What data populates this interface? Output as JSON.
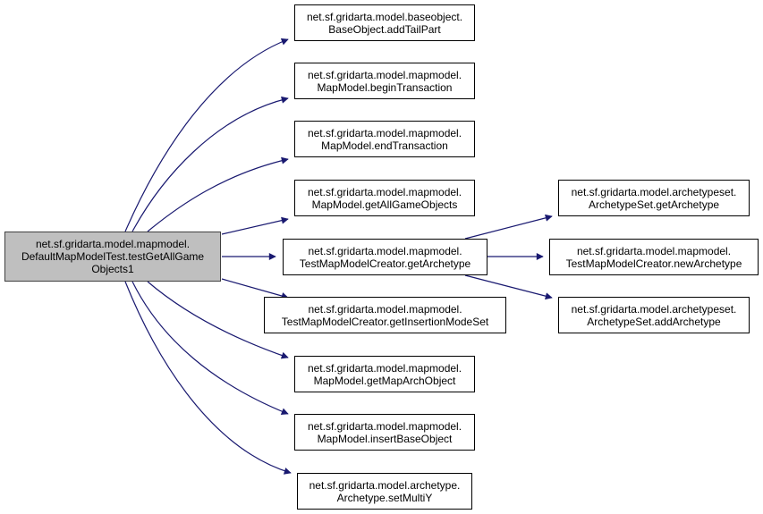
{
  "diagram": {
    "type": "call-graph",
    "edge_color": "#191970",
    "root_fill": "#bfbfbf",
    "nodes": [
      {
        "id": "root",
        "lines": [
          "net.sf.gridarta.model.mapmodel.",
          "DefaultMapModelTest.testGetAllGame",
          "Objects1"
        ]
      },
      {
        "id": "n1",
        "lines": [
          "net.sf.gridarta.model.baseobject.",
          "BaseObject.addTailPart"
        ]
      },
      {
        "id": "n2",
        "lines": [
          "net.sf.gridarta.model.mapmodel.",
          "MapModel.beginTransaction"
        ]
      },
      {
        "id": "n3",
        "lines": [
          "net.sf.gridarta.model.mapmodel.",
          "MapModel.endTransaction"
        ]
      },
      {
        "id": "n4",
        "lines": [
          "net.sf.gridarta.model.mapmodel.",
          "MapModel.getAllGameObjects"
        ]
      },
      {
        "id": "n5",
        "lines": [
          "net.sf.gridarta.model.mapmodel.",
          "TestMapModelCreator.getArchetype"
        ]
      },
      {
        "id": "n6",
        "lines": [
          "net.sf.gridarta.model.mapmodel.",
          "TestMapModelCreator.getInsertionModeSet"
        ]
      },
      {
        "id": "n7",
        "lines": [
          "net.sf.gridarta.model.mapmodel.",
          "MapModel.getMapArchObject"
        ]
      },
      {
        "id": "n8",
        "lines": [
          "net.sf.gridarta.model.mapmodel.",
          "MapModel.insertBaseObject"
        ]
      },
      {
        "id": "n9",
        "lines": [
          "net.sf.gridarta.model.archetype.",
          "Archetype.setMultiY"
        ]
      },
      {
        "id": "n10",
        "lines": [
          "net.sf.gridarta.model.archetypeset.",
          "ArchetypeSet.getArchetype"
        ]
      },
      {
        "id": "n11",
        "lines": [
          "net.sf.gridarta.model.mapmodel.",
          "TestMapModelCreator.newArchetype"
        ]
      },
      {
        "id": "n12",
        "lines": [
          "net.sf.gridarta.model.archetypeset.",
          "ArchetypeSet.addArchetype"
        ]
      }
    ],
    "edges": [
      {
        "from": "root",
        "to": "n1"
      },
      {
        "from": "root",
        "to": "n2"
      },
      {
        "from": "root",
        "to": "n3"
      },
      {
        "from": "root",
        "to": "n4"
      },
      {
        "from": "root",
        "to": "n5"
      },
      {
        "from": "root",
        "to": "n6"
      },
      {
        "from": "root",
        "to": "n7"
      },
      {
        "from": "root",
        "to": "n8"
      },
      {
        "from": "root",
        "to": "n9"
      },
      {
        "from": "n5",
        "to": "n10"
      },
      {
        "from": "n5",
        "to": "n11"
      },
      {
        "from": "n5",
        "to": "n12"
      }
    ]
  }
}
